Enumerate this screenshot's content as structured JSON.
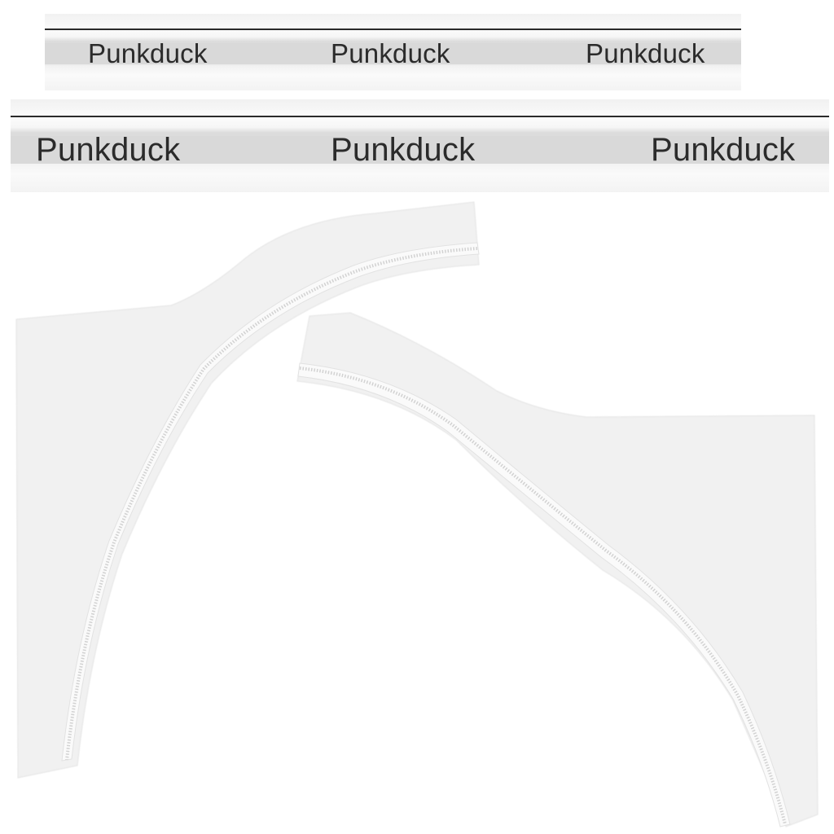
{
  "bands": {
    "top": {
      "labels": [
        "Punkduck",
        "Punkduck",
        "Punkduck"
      ]
    },
    "bottom": {
      "labels": [
        "Punkduck",
        "Punkduck",
        "Punkduck"
      ]
    }
  },
  "colors": {
    "fabric": "#f1f1f1",
    "fabric_shadow": "#e6e6e6",
    "hem": "#fafafa",
    "stitch": "#d2d2d2",
    "logo_text": "#2b2b2b",
    "band_rule": "#2a2a2a",
    "band_stripe": "#d9d9d9"
  }
}
